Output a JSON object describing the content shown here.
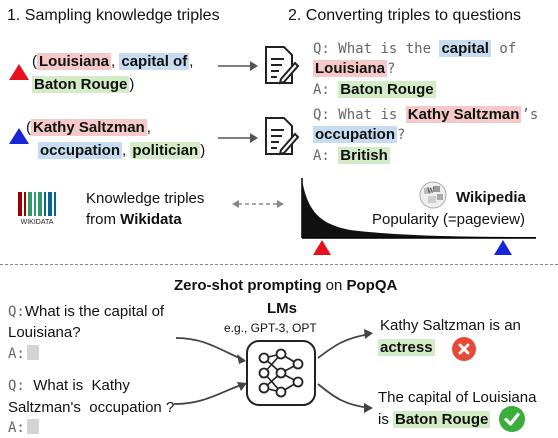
{
  "headers": {
    "step1": "1.  Sampling knowledge triples",
    "step2": "2. Converting triples to questions"
  },
  "triples": [
    {
      "open": "(",
      "subject": "Louisiana",
      "sep1": ", ",
      "relation": "capital of",
      "sep2": ",",
      "object": "Baton Rouge",
      "close": ")"
    },
    {
      "open": "(",
      "subject": "Kathy Saltzman",
      "sep1": ",",
      "relation": "occupation",
      "sep2": ", ",
      "object": "politician",
      "close": ")"
    }
  ],
  "questions": [
    {
      "q_prefix": "Q: ",
      "q_text_a": "What is the ",
      "q_relation": "capital",
      "q_text_b": " of",
      "q_subject": "Louisiana",
      "q_end": "?",
      "a_prefix": "A: ",
      "answer": "Baton Rouge"
    },
    {
      "q_prefix": "Q: ",
      "q_text_a": "What is ",
      "q_subject": "Kathy Saltzman",
      "q_text_b": "’s",
      "q_relation": "occupation",
      "q_end": "?",
      "a_prefix": "A: ",
      "answer": "British"
    }
  ],
  "wikidata": {
    "logo_text": "WIKIDATA",
    "line1": "Knowledge triples",
    "line2_prefix": "from ",
    "line2_bold": "Wikidata"
  },
  "wikipedia": {
    "title": "Wikipedia",
    "subtitle": "Popularity (=pageview)"
  },
  "bottom": {
    "title_bold1": "Zero-shot prompting",
    "title_mid": " on ",
    "title_bold2": "PopQA",
    "lm_title": "LMs",
    "lm_sub": "e.g., GPT-3, OPT",
    "prompt1": {
      "q_prefix": "Q:",
      "line1": "What is the capital of",
      "line2": "Louisiana?",
      "a_prefix": "A:"
    },
    "prompt2": {
      "q_prefix": "Q:",
      "line1": "  What is  Kathy",
      "line2": "Saltzman's  occupation ?",
      "a_prefix": "A:"
    },
    "out1": {
      "line1": "Kathy Saltzman is an",
      "answer": "actress"
    },
    "out2": {
      "line1": "The capital of Louisiana",
      "line2_prefix": "is ",
      "answer": "Baton Rouge"
    }
  },
  "colors": {
    "subject_red": "#f5c9ca",
    "relation_blue": "#c7dcf1",
    "object_green": "#d3ebc7",
    "triangle_red": "#e8101a",
    "triangle_blue": "#1a25d9",
    "wrong_red": "#e84a3a",
    "right_green": "#3aad3a"
  },
  "icons": {
    "doc": "document-pen-icon",
    "wikidata": "wikidata-barcode-icon",
    "wikipedia": "wikipedia-globe-icon",
    "lm": "neural-network-icon",
    "wrong": "x-mark-icon",
    "right": "check-mark-icon"
  }
}
